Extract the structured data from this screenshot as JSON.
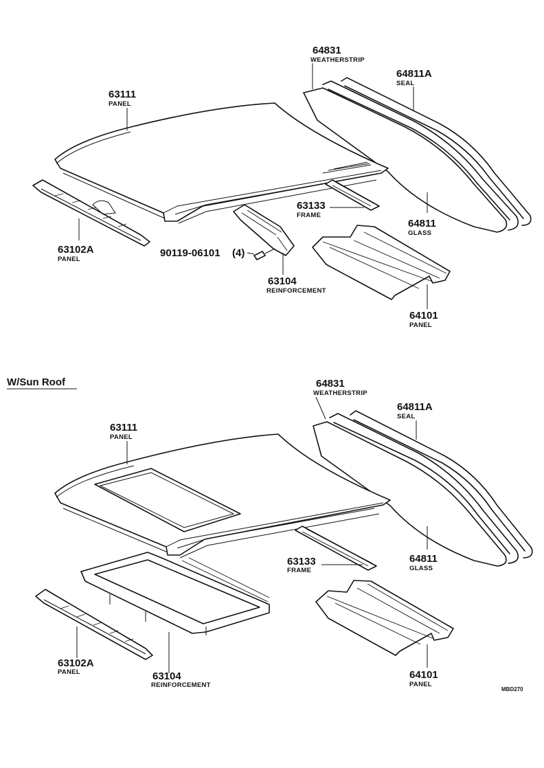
{
  "sections": {
    "sunroof_title": "W/Sun Roof"
  },
  "top": {
    "p64831": {
      "number": "64831",
      "name": "WEATHERSTRIP"
    },
    "p64811a": {
      "number": "64811A",
      "name": "SEAL"
    },
    "p63111": {
      "number": "63111",
      "name": "PANEL"
    },
    "p63133": {
      "number": "63133",
      "name": "FRAME"
    },
    "p64811": {
      "number": "64811",
      "name": "GLASS"
    },
    "p63102a": {
      "number": "63102A",
      "name": "PANEL"
    },
    "p90119": {
      "number": "90119-06101",
      "qty": "(4)"
    },
    "p63104": {
      "number": "63104",
      "name": "REINFORCEMENT"
    },
    "p64101": {
      "number": "64101",
      "name": "PANEL"
    }
  },
  "bottom": {
    "p64831": {
      "number": "64831",
      "name": "WEATHERSTRIP"
    },
    "p64811a": {
      "number": "64811A",
      "name": "SEAL"
    },
    "p63111": {
      "number": "63111",
      "name": "PANEL"
    },
    "p63133": {
      "number": "63133",
      "name": "FRAME"
    },
    "p64811": {
      "number": "64811",
      "name": "GLASS"
    },
    "p63102a": {
      "number": "63102A",
      "name": "PANEL"
    },
    "p63104": {
      "number": "63104",
      "name": "REINFORCEMENT"
    },
    "p64101": {
      "number": "64101",
      "name": "PANEL"
    }
  },
  "drawing_code": "MBD270"
}
